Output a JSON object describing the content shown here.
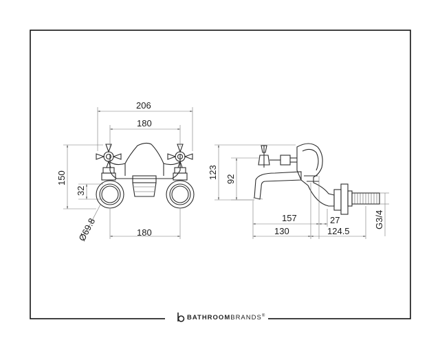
{
  "dimensions": {
    "front_overall_width": "206",
    "front_top_centres": "180",
    "front_height": "150",
    "front_inlet": "32",
    "front_flange_diameter": "Ø69.8",
    "front_bottom_centres": "180",
    "side_height": "123",
    "side_spout_height": "92",
    "side_projection": "157",
    "side_offset": "27",
    "side_spout_reach": "130",
    "side_body_depth": "124.5",
    "side_thread": "G3/4"
  },
  "brand": {
    "part1": "BATHROOM",
    "part2": "BRANDS",
    "mark": "®"
  }
}
